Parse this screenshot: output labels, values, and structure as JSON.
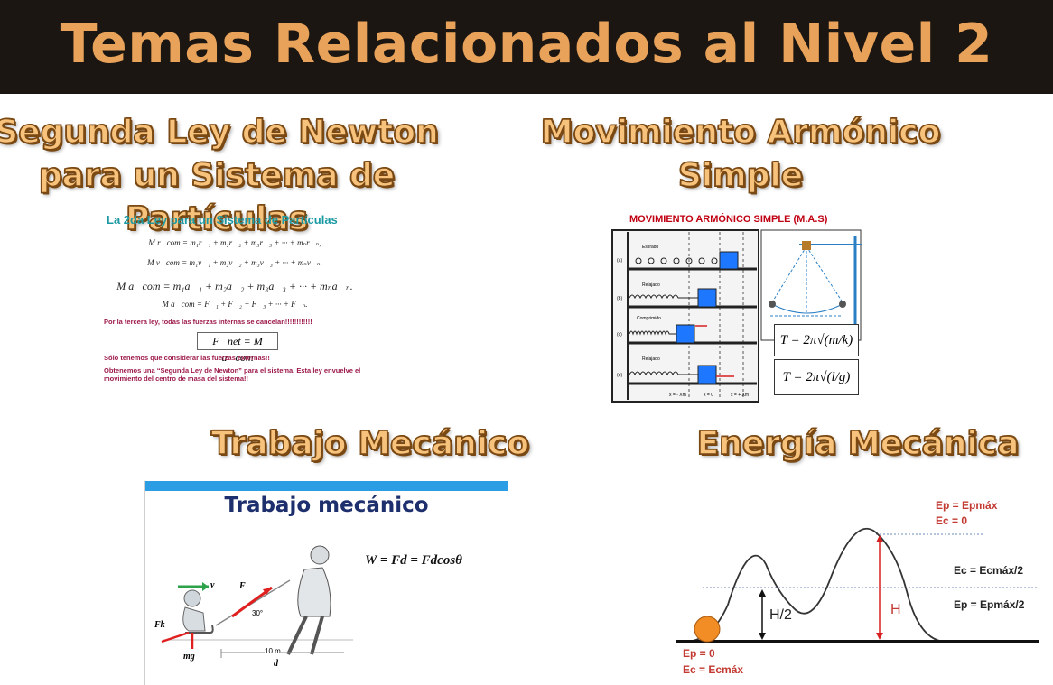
{
  "header": {
    "title": "Temas Relacionados al Nivel 2"
  },
  "sections": {
    "newton": {
      "title_line1": "Segunda Ley de Newton",
      "title_line2": "para un Sistema de Partículas",
      "slide_title": "La 2da Ley para un Sistema de Partículas",
      "eq1": "M r⃗com = m₁r⃗₁ + m₂r⃗₂ + m₃r⃗₃ + ··· + mₙr⃗ₙ,",
      "eq2": "M v⃗com = m₁v⃗₁ + m₂v⃗₂ + m₃v⃗₃ + ··· + mₙv⃗ₙ.",
      "eq3": "M a⃗com = m₁a⃗₁ + m₂a⃗₂ + m₃a⃗₃ + ··· + mₙa⃗ₙ.",
      "eq4": "M a⃗com = F⃗₁ + F⃗₂ + F⃗₃ + ··· + F⃗ₙ.",
      "note1": "Por la tercera ley, todas las fuerzas internas se cancelan!!!!!!!!!!!!",
      "eq_net": "F⃗net = M a⃗com",
      "note2": "Sólo tenemos que considerar las fuerzas externas!!",
      "note3": "Obtenemos una “Segunda Ley de Newton” para el sistema.  Esta ley envuelve el movimiento del centro de masa del sistema!!"
    },
    "mas": {
      "title_line1": "Movimiento Armónico",
      "title_line2": "Simple",
      "slide_title": "MOVIMIENTO ARMÓNICO SIMPLE (M.A.S)",
      "row_labels": [
        "(a)",
        "(b)",
        "(c)",
        "(d)"
      ],
      "state_labels": [
        "Estirado",
        "Relajado",
        "Comprimido",
        "Relajado"
      ],
      "axis_labels": [
        "x = - Xm",
        "x = 0",
        "x = + Xm"
      ],
      "formula_spring": "T = 2π√(m/k)",
      "formula_pendulum": "T = 2π√(l/g)"
    },
    "trabajo": {
      "title": "Trabajo Mecánico",
      "slide_title": "Trabajo mecánico",
      "formula": "W = Fd = Fdcosθ",
      "label_v": "v",
      "label_F": "F",
      "label_Fk": "Fk",
      "label_mg": "mg",
      "label_angle": "30°",
      "label_dist": "10 m",
      "label_d": "d"
    },
    "energia": {
      "title": "Energía Mecánica",
      "ep_max": "Ep = Epmáx",
      "ec_zero": "Ec = 0",
      "ec_half": "Ec = Ecmáx/2",
      "ep_half": "Ep = Epmáx/2",
      "h_half": "H/2",
      "h": "H",
      "ep_zero": "Ep = 0",
      "ec_max": "Ec = Ecmáx"
    }
  },
  "colors": {
    "banner": "#1b1611",
    "banner_text": "#e8a25a",
    "section_fill": "#f6c27c",
    "section_outline": "#7a4812",
    "accent_teal": "#1c9aa4",
    "accent_crimson": "#9d1a4b",
    "accent_blue": "#2b9de5",
    "block_blue": "#1e78ff"
  }
}
